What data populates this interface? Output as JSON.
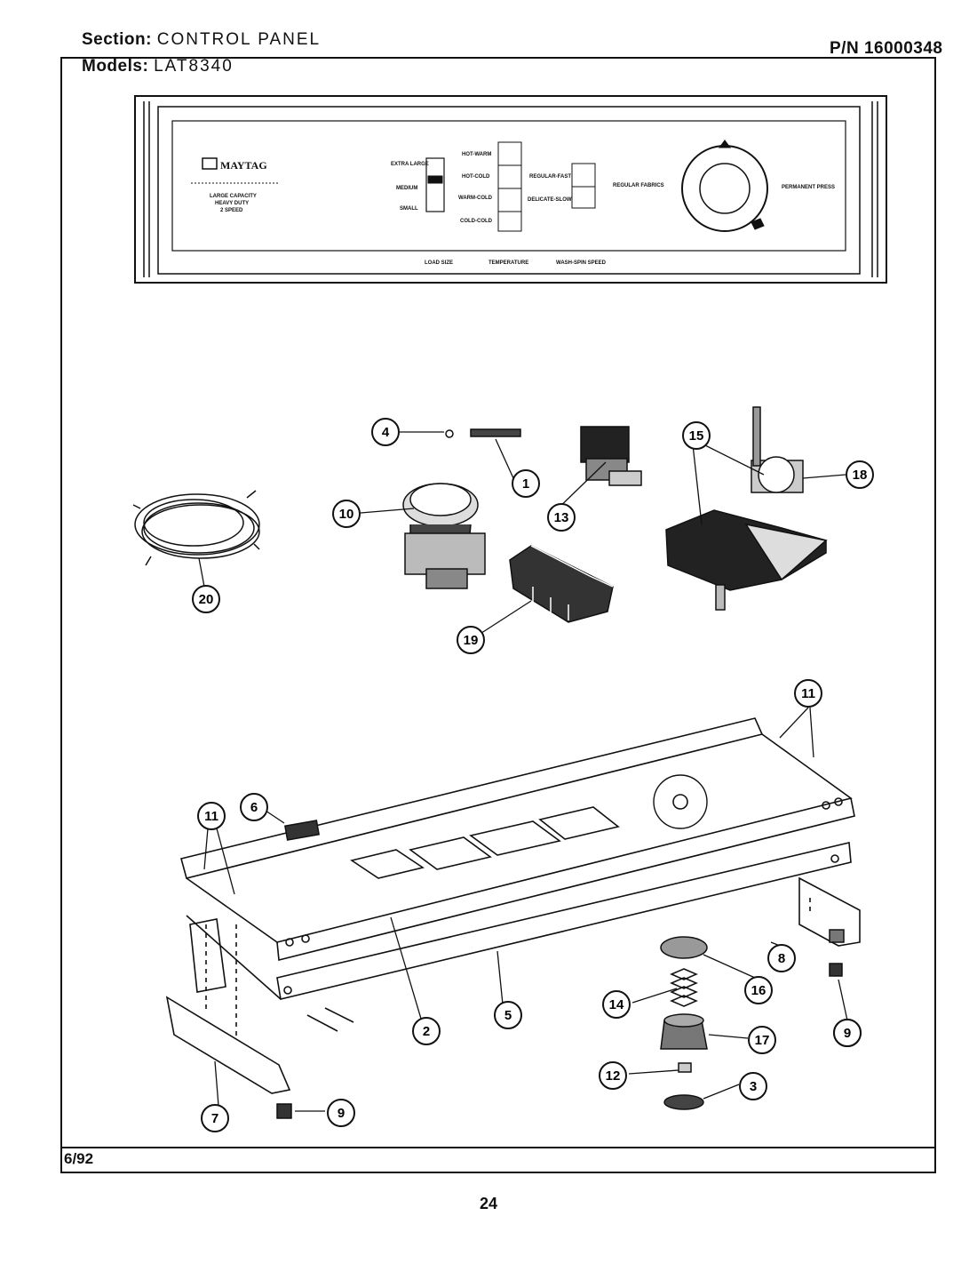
{
  "header": {
    "section_label": "Section:",
    "section_value": "CONTROL PANEL",
    "models_label": "Models:",
    "models_value": "LAT8340",
    "pn_label": "P/N",
    "pn_value": "16000348"
  },
  "footer": {
    "date": "6/92",
    "page_number": "24"
  },
  "control_panel": {
    "brand": "MAYTAG",
    "model_description": [
      "LARGE CAPACITY",
      "HEAVY DUTY",
      "2 SPEED"
    ],
    "load_size_options": [
      "EXTRA LARGE",
      "MEDIUM",
      "SMALL"
    ],
    "temperature_options": [
      "HOT-WARM",
      "HOT-COLD",
      "WARM-COLD",
      "COLD-COLD"
    ],
    "speed_options": [
      "REGULAR-FAST",
      "DELICATE-SLOW"
    ],
    "bottom_labels": [
      "LOAD SIZE",
      "TEMPERATURE",
      "WASH-SPIN SPEED"
    ],
    "dial_left_label": "REGULAR FABRICS",
    "dial_right_label": "PERMANENT PRESS"
  },
  "callouts": [
    "1",
    "2",
    "3",
    "4",
    "5",
    "6",
    "7",
    "8",
    "9",
    "9",
    "9",
    "10",
    "11",
    "11",
    "12",
    "13",
    "14",
    "15",
    "16",
    "17",
    "18",
    "19",
    "20"
  ]
}
